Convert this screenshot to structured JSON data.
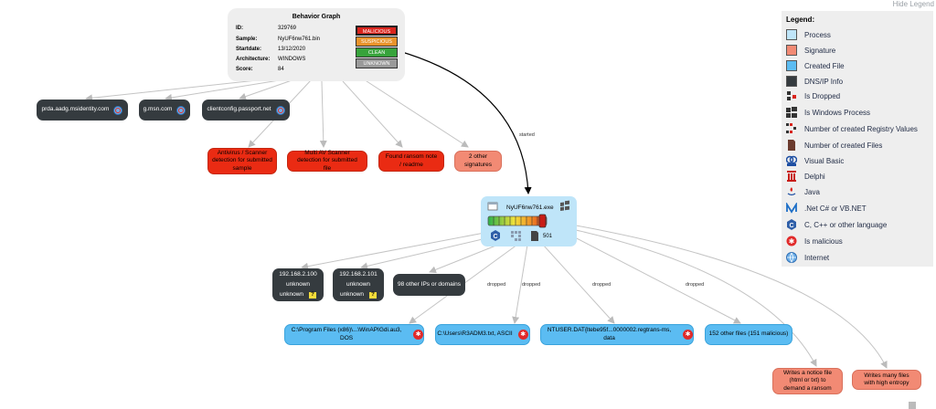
{
  "hide_legend": "Hide Legend",
  "behavior_graph": {
    "title": "Behavior Graph",
    "fields": [
      {
        "key": "ID:",
        "value": "329769"
      },
      {
        "key": "Sample:",
        "value": "NyUF6nw761.bin"
      },
      {
        "key": "Startdate:",
        "value": "13/12/2020"
      },
      {
        "key": "Architecture:",
        "value": "WINDOWS"
      },
      {
        "key": "Score:",
        "value": "84"
      }
    ],
    "verdicts": [
      {
        "label": "MALICIOUS",
        "color": "#d9251d",
        "active": true
      },
      {
        "label": "SUSPICIOUS",
        "color": "#e9932b",
        "active": false
      },
      {
        "label": "CLEAN",
        "color": "#37a33b",
        "active": false
      },
      {
        "label": "UNKNOWN",
        "color": "#9a9a9a",
        "active": false
      }
    ]
  },
  "domains": [
    "prda.aadg.msidentity.com",
    "g.msn.com",
    "clientconfig.passport.net"
  ],
  "signatures": [
    "Antivirus / Scanner detection for submitted sample",
    "Multi AV Scanner detection for submitted file",
    "Found ransom note / readme",
    "2 other signatures"
  ],
  "edge_started": "started",
  "process": {
    "name": "NyUF6nw761.exe",
    "files_count": "501",
    "icons": [
      "window-icon",
      "windows-logo-icon",
      "c-language-icon",
      "registry-icon",
      "files-icon"
    ]
  },
  "ips": [
    {
      "ip": "192.168.2.100",
      "status": "unknown",
      "country": "unknown"
    },
    {
      "ip": "192.168.2.101",
      "status": "unknown",
      "country": "unknown"
    }
  ],
  "other_ips": "98 other IPs or domains",
  "edge_dropped": "dropped",
  "files": [
    "C:\\Program Files (x86)\\...\\WinAPIGdi.au3, DOS",
    "C:\\Users\\R3ADM3.txt, ASCII",
    "NTUSER.DAT{ltebe95f...0000002.regtrans-ms, data",
    "152 other files (151 malicious)"
  ],
  "bottom_signatures": [
    "Writes a notice file (html or txt) to demand a ransom",
    "Writes many files with high entropy"
  ],
  "legend": {
    "title": "Legend:",
    "items": [
      {
        "label": "Process",
        "icon": "process-swatch",
        "color": "#bfe5f9"
      },
      {
        "label": "Signature",
        "icon": "signature-swatch",
        "color": "#f28a74"
      },
      {
        "label": "Created File",
        "icon": "file-swatch",
        "color": "#5bbcf2"
      },
      {
        "label": "DNS/IP Info",
        "icon": "dns-swatch",
        "color": "#353b3f"
      },
      {
        "label": "Is Dropped",
        "icon": "dropped-icon"
      },
      {
        "label": "Is Windows Process",
        "icon": "windows-logo-icon"
      },
      {
        "label": "Number of created Registry Values",
        "icon": "registry-icon"
      },
      {
        "label": "Number of created Files",
        "icon": "files-icon"
      },
      {
        "label": "Visual Basic",
        "icon": "visual-basic-icon"
      },
      {
        "label": "Delphi",
        "icon": "delphi-icon"
      },
      {
        "label": "Java",
        "icon": "java-icon"
      },
      {
        "label": ".Net C# or VB.NET",
        "icon": "dotnet-icon"
      },
      {
        "label": "C, C++ or other language",
        "icon": "c-language-icon"
      },
      {
        "label": "Is malicious",
        "icon": "malicious-icon"
      },
      {
        "label": "Internet",
        "icon": "internet-icon"
      }
    ]
  }
}
